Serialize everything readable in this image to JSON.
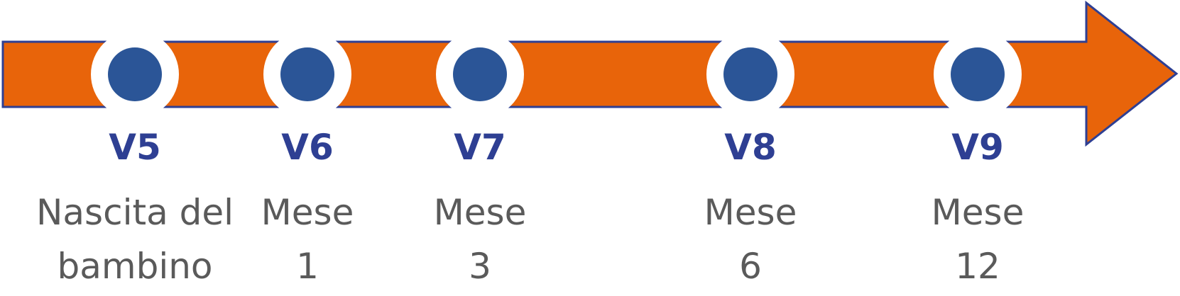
{
  "colors": {
    "arrow_fill": "#E8640A",
    "arrow_stroke": "#2E3F93",
    "marker_fill": "#2B5597",
    "marker_ring": "#ffffff",
    "code_text": "#2E3F93",
    "desc_text": "#5a5a5a"
  },
  "milestones": [
    {
      "code": "V5",
      "description": "Nascita del\nbambino"
    },
    {
      "code": "V6",
      "description": "Mese\n1"
    },
    {
      "code": "V7",
      "description": "Mese\n3"
    },
    {
      "code": "V8",
      "description": "Mese\n6"
    },
    {
      "code": "V9",
      "description": "Mese\n12"
    }
  ]
}
